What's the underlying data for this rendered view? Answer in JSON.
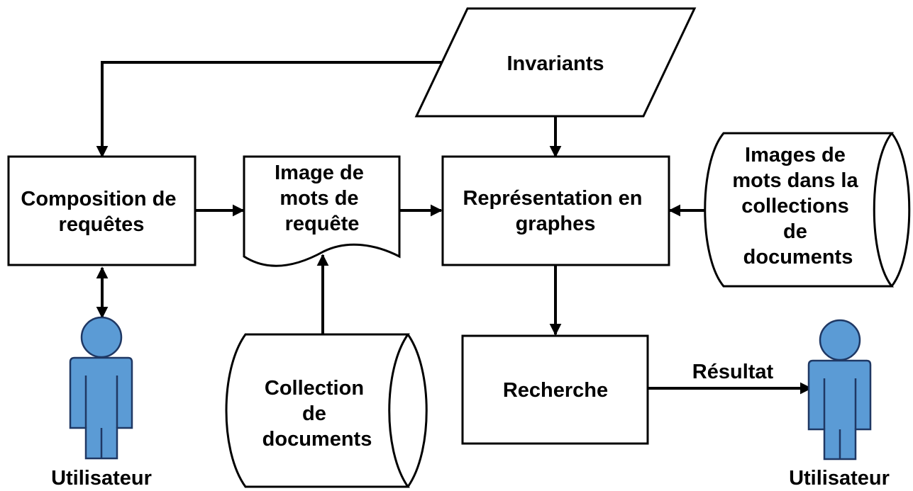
{
  "nodes": {
    "composition": {
      "lines": [
        "Composition de",
        "requêtes"
      ]
    },
    "query_image": {
      "lines": [
        "Image de",
        "mots de",
        "requête"
      ]
    },
    "graph_repr": {
      "lines": [
        "Représentation en",
        "graphes"
      ]
    },
    "invariants": {
      "lines": [
        "Invariants"
      ]
    },
    "word_images_db": {
      "lines": [
        "Images de",
        "mots dans la",
        "collections",
        "de",
        "documents"
      ]
    },
    "collection_db": {
      "lines": [
        "Collection",
        "de",
        "documents"
      ]
    },
    "search": {
      "lines": [
        "Recherche"
      ]
    }
  },
  "users": {
    "left": {
      "label": "Utilisateur"
    },
    "right": {
      "label": "Utilisateur"
    }
  },
  "edges": {
    "result": {
      "label": "Résultat"
    }
  },
  "colors": {
    "user_fill": "#5b9bd5",
    "user_stroke": "#1f3864",
    "stroke": "#000000"
  }
}
